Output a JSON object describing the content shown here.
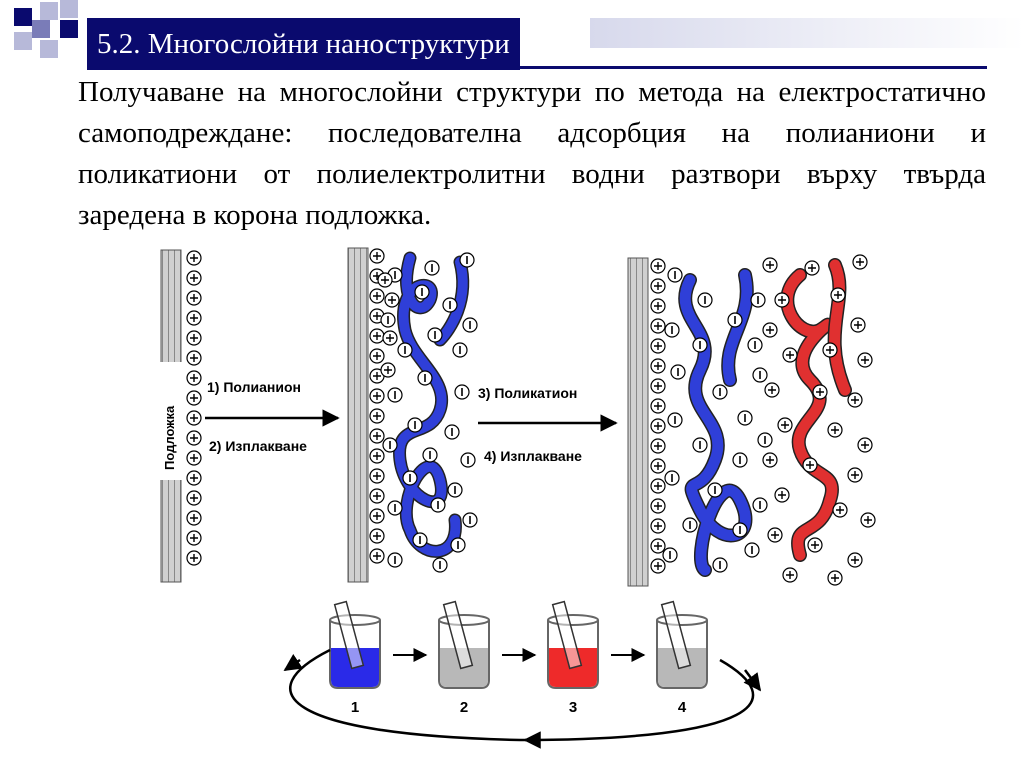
{
  "slide": {
    "title": "5.2. Многослойни наноструктури",
    "body": "Получаване на многослойни структури по метода на електростатично самоподреждане: последователна адсорбция на полианиони и поликатиони от полиелектролитни водни разтвори върху твърда заредена в корона подложка."
  },
  "diagram": {
    "substrate_label": "Подложка",
    "step1": "1) Полианион",
    "step2": "2) Изплакване",
    "step3": "3) Поликатион",
    "step4": "4) Изплакване",
    "beakers": [
      {
        "label": "1",
        "color": "#2a2ae8"
      },
      {
        "label": "2",
        "color": "#b8b8b8"
      },
      {
        "label": "3",
        "color": "#ee2a2a"
      },
      {
        "label": "4",
        "color": "#b8b8b8"
      }
    ],
    "colors": {
      "polyanion": "#2f3fd8",
      "polycation": "#e03030",
      "title_bg": "#0a0a6e"
    }
  }
}
